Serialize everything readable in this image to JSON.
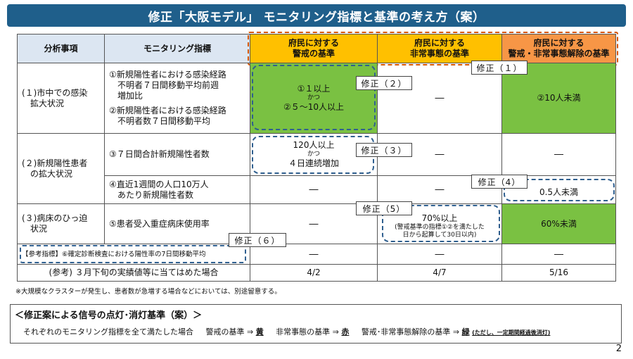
{
  "title": "修正「大阪モデル」 モニタリング指標と基準の考え方（案）",
  "headers": {
    "col1": "分析事項",
    "col2": "モニタリング指標",
    "col3_line1": "府民に対する",
    "col3_line2": "警戒の基準",
    "col4_line1": "府民に対する",
    "col4_line2": "非常事態の基準",
    "col5_line1": "府民に対する",
    "col5_line2": "警戒・非常事態解除の基準"
  },
  "rows": {
    "r1": {
      "category_line1": "(１)市中での感染",
      "category_line2": "拡大状況",
      "ind1_line1": "①新規陽性者における感染経路",
      "ind1_line2": "不明者７日間移動平均前週",
      "ind1_line3": "増加比",
      "ind2_line1": "②新規陽性者における感染経路",
      "ind2_line2": "不明者数７日間移動平均",
      "warn_line1": "①１以上",
      "warn_line2": "かつ",
      "warn_line3": "②５～10人以上",
      "emerg": "―",
      "release": "②10人未満"
    },
    "r2": {
      "category_line1": "(２)新規陽性患者",
      "category_line2": "の拡大状況",
      "ind3": "③７日間合計新規陽性者数",
      "warn3_line1": "120人以上",
      "warn3_line2": "かつ",
      "warn3_line3": "４日連続増加",
      "emerg3": "―",
      "release3": "―",
      "ind4_line1": "④直近1週間の人口10万人",
      "ind4_line2": "あたり新規陽性者数",
      "warn4": "―",
      "emerg4": "―",
      "release4": "0.5人未満"
    },
    "r3": {
      "category_line1": "(３)病床のひっ迫",
      "category_line2": "状況",
      "ind5": "⑤患者受入重症病床使用率",
      "warn5": "―",
      "emerg5_line1": "70%以上",
      "emerg5_line2": "(警戒基準の指標①②を満たした",
      "emerg5_line3": "日から起算して30日以内)",
      "release5": "60%未満"
    },
    "ref": {
      "label": "【参考指標】⑥確定診断検査における陽性率の7日間移動平均",
      "warn": "―",
      "emerg": "―",
      "release": "―"
    },
    "actual": {
      "label": "(参考) ３月下旬の実績値等に当てはめた場合",
      "warn": "4/2",
      "emerg": "4/7",
      "release": "5/16"
    }
  },
  "tags": {
    "t1": "修正（１）",
    "t2": "修正（２）",
    "t3": "修正（３）",
    "t4": "修正（4）",
    "t5": "修正（5）",
    "t6": "修正（６）"
  },
  "footnote": "※大規模なクラスターが発生し、患者数が急増する場合などにおいては、別途留意する。",
  "signal": {
    "title": "＜修正案による信号の点灯･消灯基準（案）＞",
    "lead": "それぞれのモニタリング指標を全て満たした場合",
    "warn_label": "警戒の基準 ⇒",
    "warn_color": "黄",
    "emerg_label": "非常事態の基準 ⇒",
    "emerg_color": "赤",
    "release_label": "警戒･非常事態解除の基準 ⇒",
    "release_color": "緑",
    "release_note": "(ただし、一定期間経過後消灯)"
  },
  "page_number": "2",
  "colors": {
    "title_bg": "#1f5f8b",
    "header_blue": "#dce6f2",
    "header_yellow": "#ffc000",
    "header_orange": "#f4a460",
    "green": "#7ac142",
    "dashed_box": "#2f5f8f"
  }
}
